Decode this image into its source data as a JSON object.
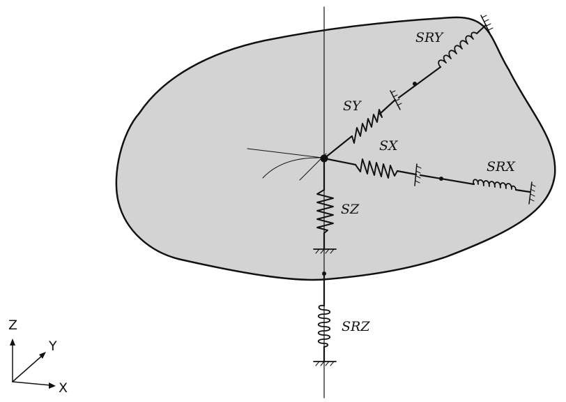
{
  "labels": {
    "sry": "SRY",
    "sy": "SY",
    "sx": "SX",
    "srx": "SRX",
    "sz": "SZ",
    "srz": "SRZ"
  },
  "axes": {
    "z": "Z",
    "y": "Y",
    "x": "X"
  },
  "colors": {
    "body_fill": "#d3d3d3",
    "stroke": "#111111",
    "background": "#ffffff"
  }
}
